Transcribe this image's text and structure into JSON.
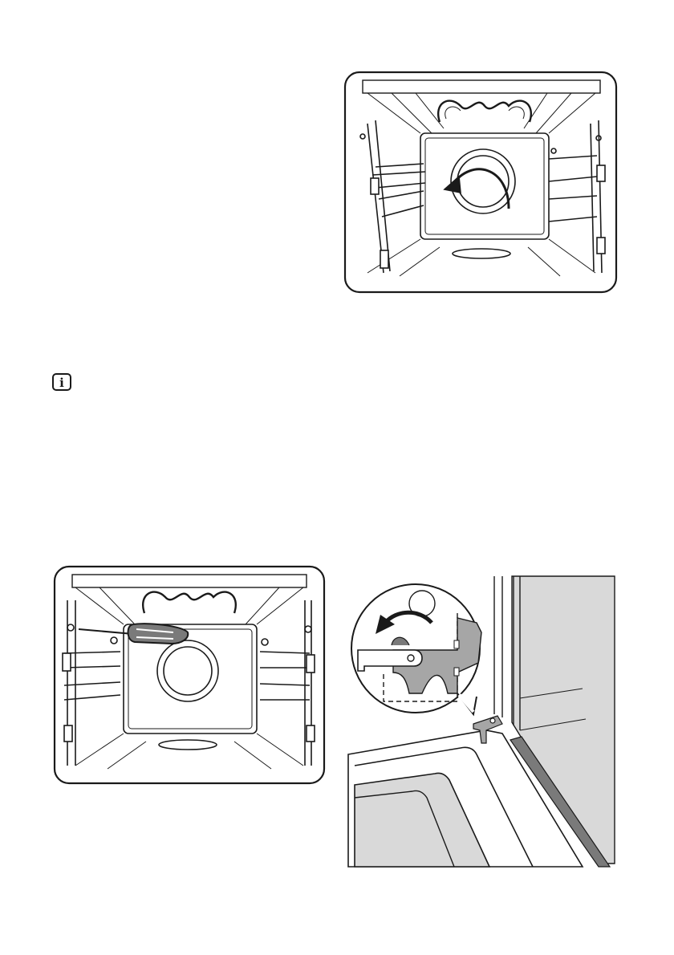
{
  "page": {
    "background": "#ffffff",
    "line_color": "#1a1a1a",
    "shade_light": "#d9d9d9",
    "shade_mid": "#a6a6a6",
    "shade_dark": "#7a7a7a"
  },
  "info_note": {
    "icon": "info-icon",
    "glyph": "i"
  },
  "figures": [
    {
      "id": "oven-lamp",
      "icon": "oven-interior-rotate-lamp-cover",
      "arrow": "counterclockwise"
    },
    {
      "id": "oven-screw",
      "icon": "oven-interior-screwdriver"
    },
    {
      "id": "door-hinge",
      "icon": "door-hinge-detail",
      "arrow": "counterclockwise",
      "callout_number": ""
    }
  ]
}
